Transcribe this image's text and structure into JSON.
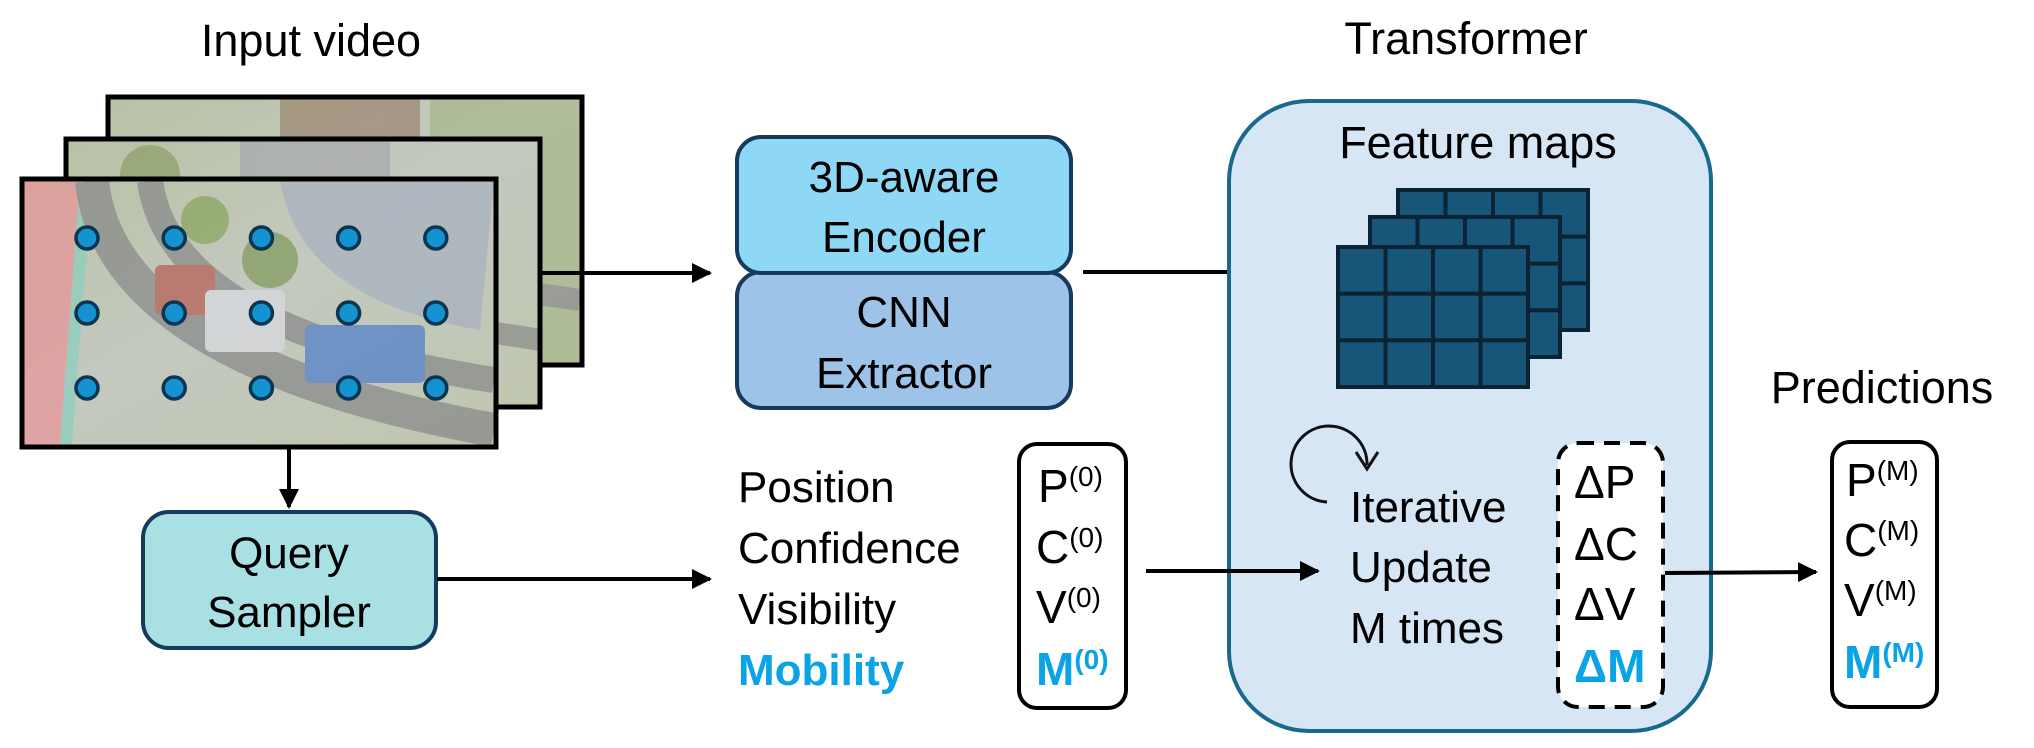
{
  "titles": {
    "input_video": "Input video",
    "transformer": "Transformer",
    "predictions": "Predictions",
    "feature_maps": "Feature maps"
  },
  "encoder": {
    "top_line1": "3D-aware",
    "top_line2": "Encoder",
    "bottom_line1": "CNN",
    "bottom_line2": "Extractor"
  },
  "query_sampler": {
    "line1": "Query",
    "line2": "Sampler"
  },
  "query_attributes": [
    {
      "label": "Position",
      "symbol": "P",
      "sup": "(0)",
      "highlight": false
    },
    {
      "label": "Confidence",
      "symbol": "C",
      "sup": "(0)",
      "highlight": false
    },
    {
      "label": "Visibility",
      "symbol": "V",
      "sup": "(0)",
      "highlight": false
    },
    {
      "label": "Mobility",
      "symbol": "M",
      "sup": "(0)",
      "highlight": true
    }
  ],
  "iterative_update": {
    "line1": "Iterative",
    "line2": "Update",
    "line3": "M times"
  },
  "deltas": [
    {
      "symbol": "ΔP",
      "highlight": false
    },
    {
      "symbol": "ΔC",
      "highlight": false
    },
    {
      "symbol": "ΔV",
      "highlight": false
    },
    {
      "symbol": "ΔM",
      "highlight": true
    }
  ],
  "predictions": [
    {
      "symbol": "P",
      "sup": "(M)",
      "highlight": false
    },
    {
      "symbol": "C",
      "sup": "(M)",
      "highlight": false
    },
    {
      "symbol": "V",
      "sup": "(M)",
      "highlight": false
    },
    {
      "symbol": "M",
      "sup": "(M)",
      "highlight": true
    }
  ],
  "query_points_grid": {
    "rows": 3,
    "cols": 5
  },
  "feature_map_grid": {
    "layers": 3,
    "rows": 3,
    "cols": 4
  },
  "colors": {
    "highlight": "#0AA3E6",
    "encoder_top": "#8ED8F6",
    "encoder_bottom": "#9DC3E8",
    "box_border": "#163A5E",
    "query_sampler": "#A8E0E4",
    "transformer_fill": "#D6E6F5",
    "transformer_border": "#19698F",
    "feature_cell": "#185578",
    "feature_grid_line": "#0A2433",
    "point_fill": "#1493D0",
    "point_stroke": "#0B3550"
  },
  "icons": {
    "iterate": "circular-arrow-icon",
    "query_point": "query-point-dot"
  }
}
